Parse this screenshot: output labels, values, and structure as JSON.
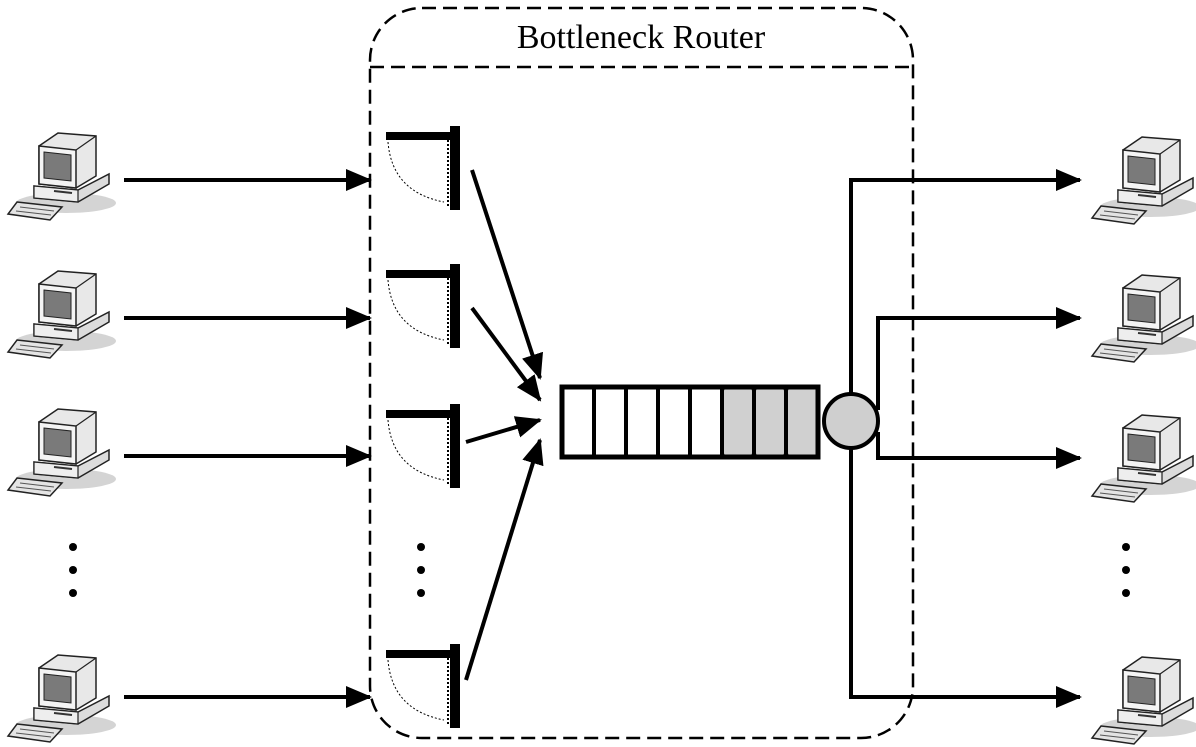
{
  "router": {
    "title": "Bottleneck Router"
  },
  "queue": {
    "empty_slots": 5,
    "filled_slots": 3
  },
  "colors": {
    "line": "#000000",
    "queue_fill": "#d0d0d0",
    "server_fill": "#cfcfcf",
    "background": "#ffffff"
  },
  "icons": {
    "computer": "desktop-computer-icon",
    "gate": "gate-icon",
    "server": "server-circle-icon",
    "ellipsis": "vertical-ellipsis-icon"
  },
  "senders_count": 4,
  "receivers_count": 4
}
